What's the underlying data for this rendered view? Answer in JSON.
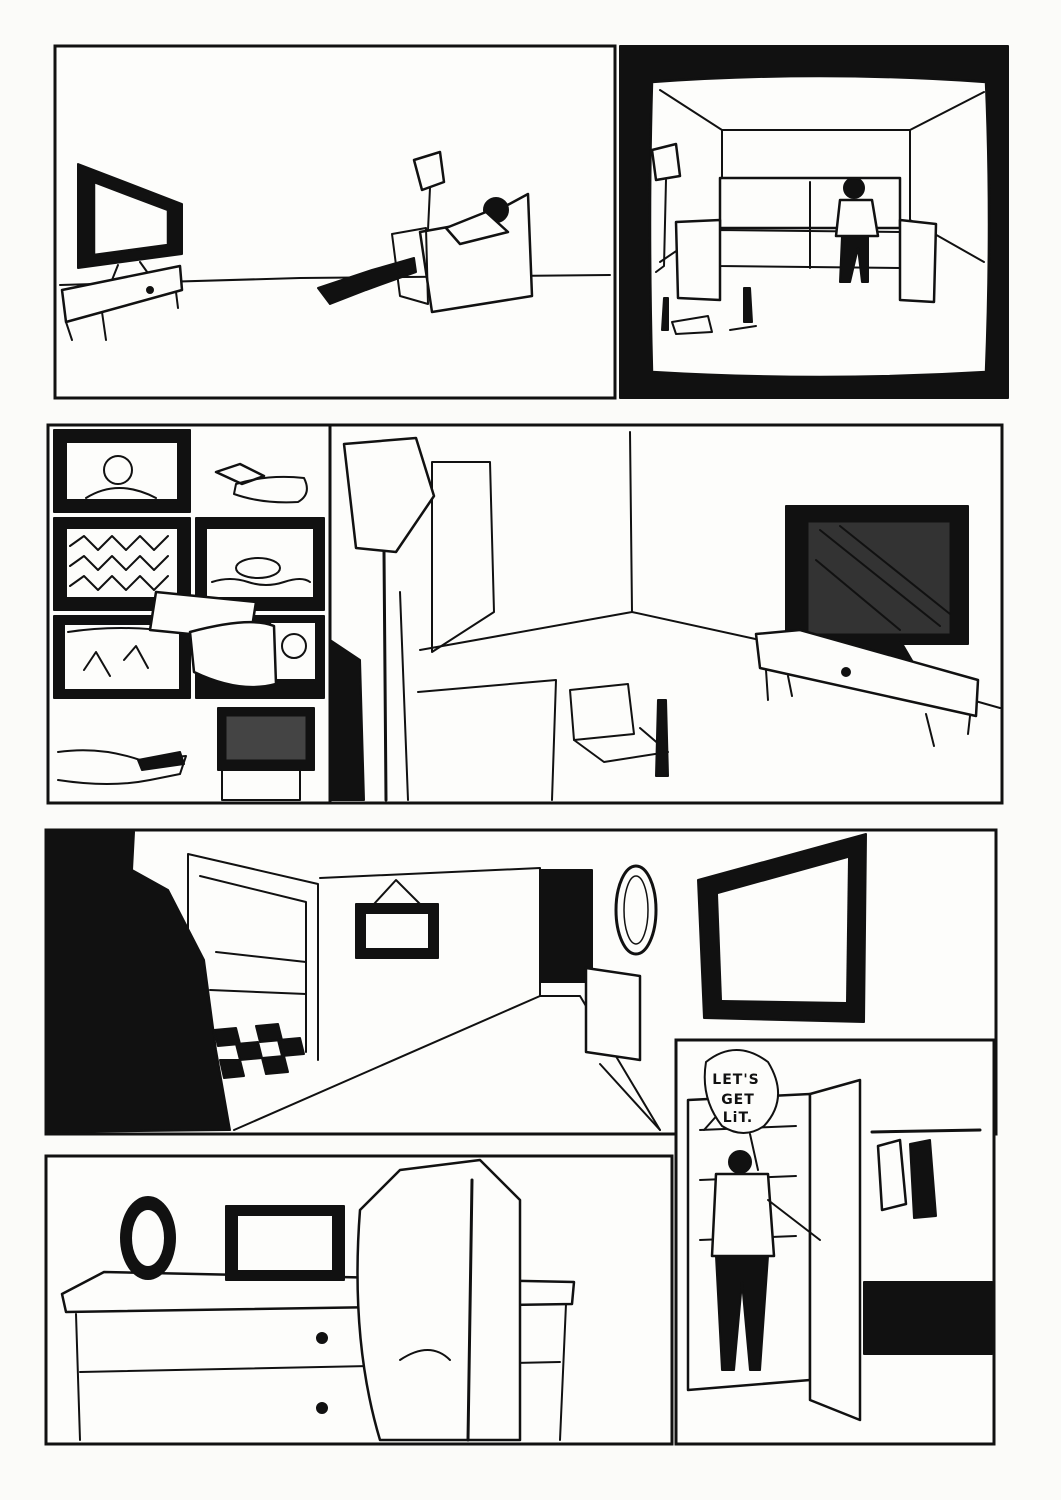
{
  "page": {
    "panels": [
      {
        "id": 1,
        "scene": "man-in-armchair-watching-tv"
      },
      {
        "id": 2,
        "scene": "tv-screen-man-on-sofa"
      },
      {
        "id": 3,
        "scene": "channel-surfing-montage"
      },
      {
        "id": 4,
        "scene": "living-room-lamp-and-tv"
      },
      {
        "id": 5,
        "scene": "hallway-with-kitchen-and-mirror"
      },
      {
        "id": 6,
        "scene": "man-opening-closet"
      },
      {
        "id": 7,
        "scene": "man-at-dresser"
      }
    ]
  },
  "speech": {
    "bubble_1": {
      "line_1": "LET'S",
      "line_2": "GET",
      "line_3": "LiT."
    }
  },
  "colors": {
    "ink": "#111111",
    "paper": "#fbfbf9"
  }
}
